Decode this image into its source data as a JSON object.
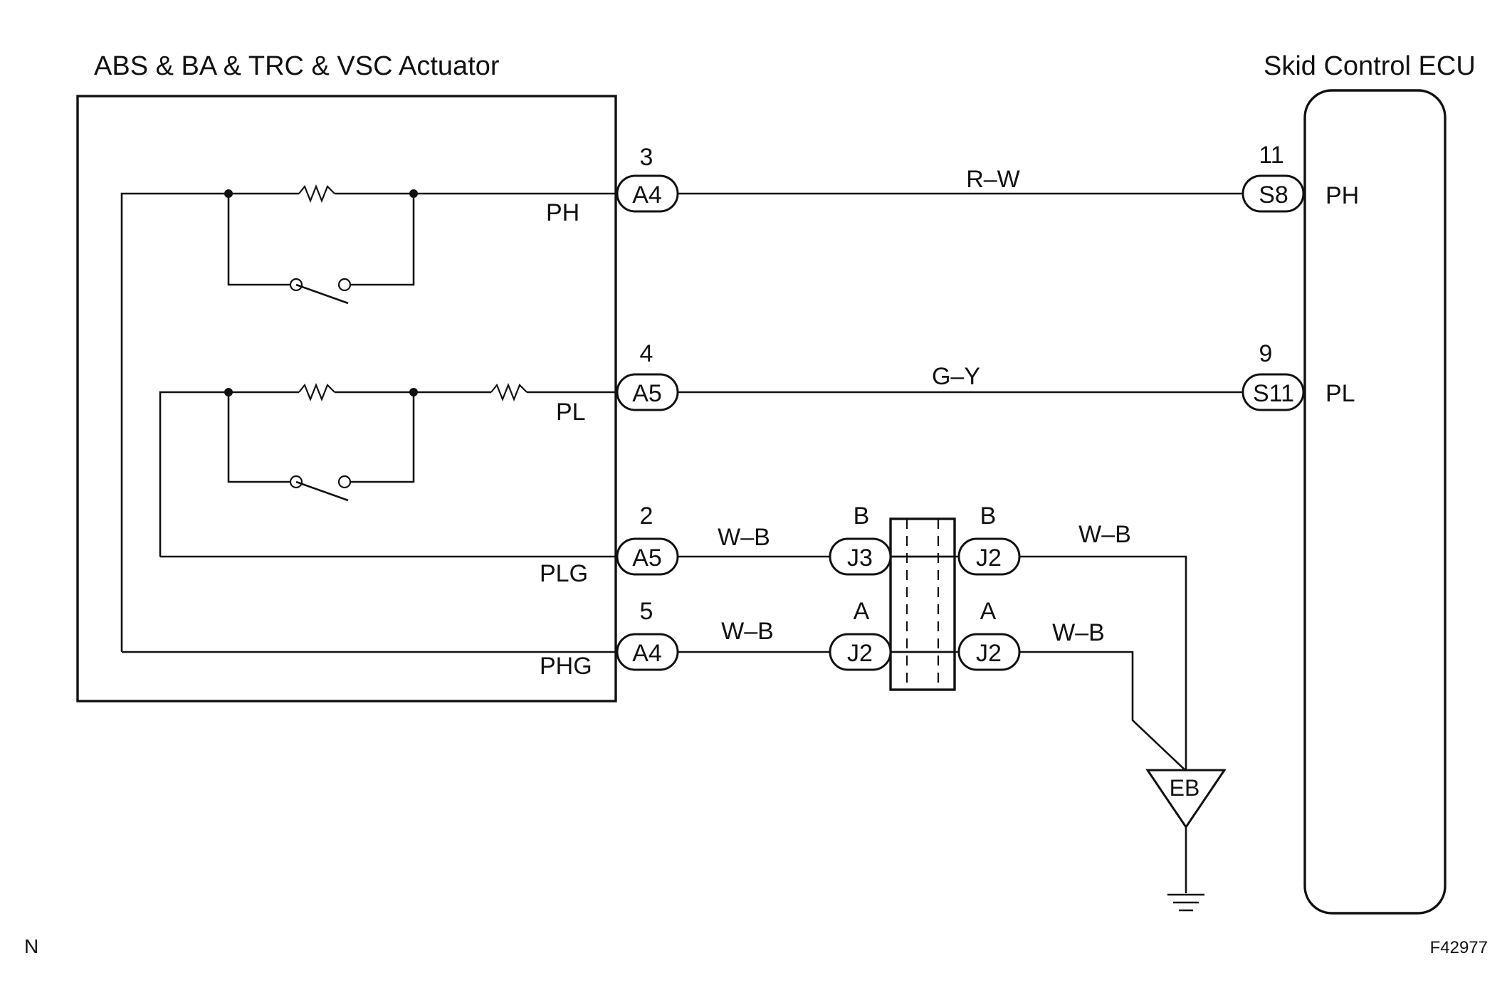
{
  "actuator": {
    "title": "ABS & BA & TRC & VSC Actuator"
  },
  "ecu": {
    "title": "Skid Control ECU"
  },
  "actuator_pins": {
    "ph": "PH",
    "pl": "PL",
    "plg": "PLG",
    "phg": "PHG"
  },
  "ecu_pins": {
    "ph": "PH",
    "pl": "PL"
  },
  "connectors": {
    "a4_top": {
      "id": "A4",
      "pin": "3"
    },
    "a5_mid": {
      "id": "A5",
      "pin": "4"
    },
    "a5_low": {
      "id": "A5",
      "pin": "2"
    },
    "a4_low": {
      "id": "A4",
      "pin": "5"
    },
    "s8": {
      "id": "S8",
      "pin": "11"
    },
    "s11": {
      "id": "S11",
      "pin": "9"
    },
    "j3": {
      "id": "J3",
      "pin": "B"
    },
    "j2_left": {
      "id": "J2",
      "pin": "A"
    },
    "j2_right_top": {
      "id": "J2",
      "pin": "B"
    },
    "j2_right_bottom": {
      "id": "J2",
      "pin": "A"
    }
  },
  "wires": {
    "ph": "R–W",
    "pl": "G–Y",
    "plg_left": "W–B",
    "phg_left": "W–B",
    "plg_right": "W–B",
    "phg_right": "W–B"
  },
  "ground": {
    "id": "EB"
  },
  "footer": {
    "left": "N",
    "right": "F42977"
  }
}
